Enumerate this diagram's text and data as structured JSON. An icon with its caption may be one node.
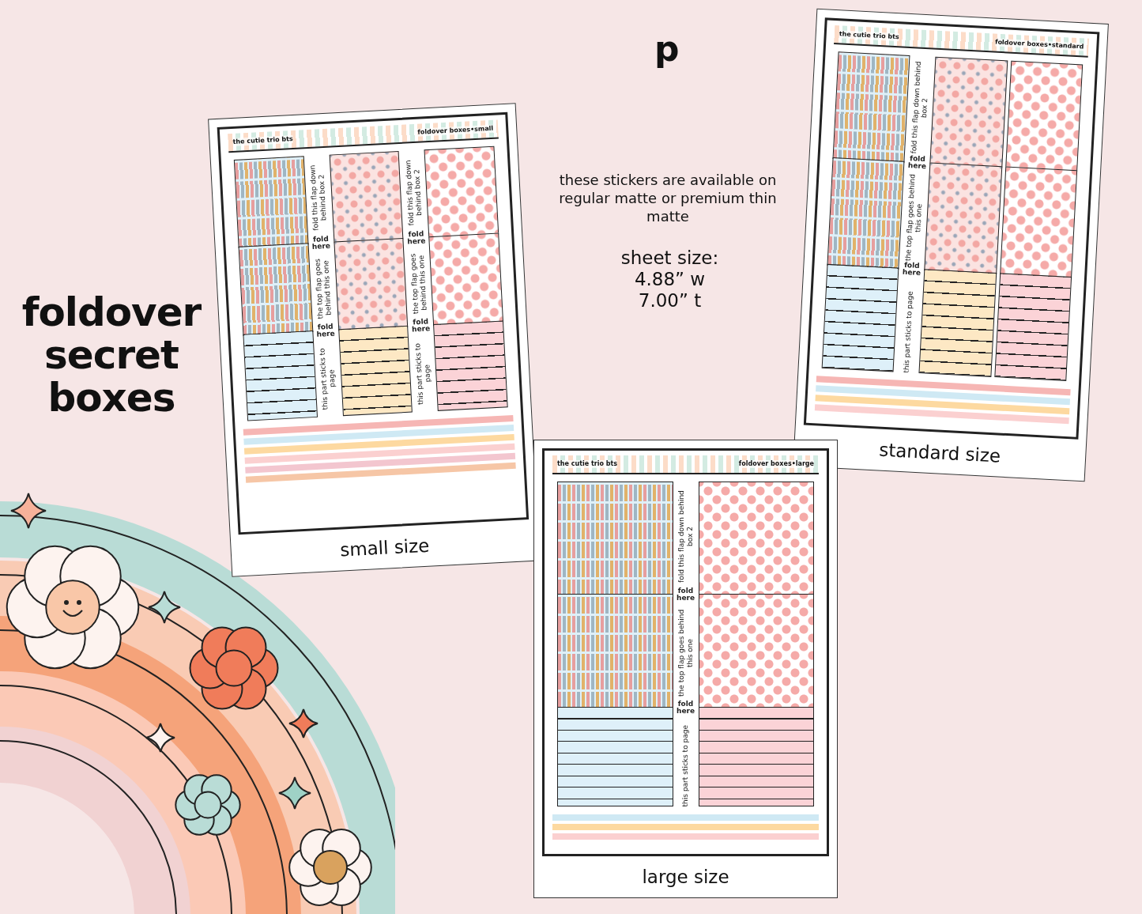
{
  "diagram": {
    "title": "foldover secret boxes",
    "nodes": [
      {
        "text": [
          "the cutie trio bts",
          "foldover boxes•small",
          "fold this flap down behind box 2",
          "fold here",
          "the top flap goes behind this one",
          "fold here",
          "this part sticks to page",
          "fold this flap down behind box 2",
          "fold here",
          "the top flap goes behind this one",
          "fold here",
          "this part sticks to page",
          "small size"
        ]
      },
      {
        "text": [
          "the cutie trio bts",
          "foldover boxes•standard",
          "fold this flap down behind box 2",
          "fold here",
          "the top flap goes behind this one",
          "fold here",
          "this part sticks to page",
          "standard size"
        ]
      },
      {
        "text": [
          "the cutie trio bts",
          "foldover boxes•large",
          "fold this flap down behind box 2",
          "fold here",
          "the top flap goes behind this one",
          "fold here",
          "this part sticks to page",
          "large size"
        ]
      }
    ],
    "labels": [
      "p",
      "these stickers are available on regular matte or premium thin matte",
      "sheet size:",
      "4.88” w",
      "7.00” t"
    ]
  }
}
